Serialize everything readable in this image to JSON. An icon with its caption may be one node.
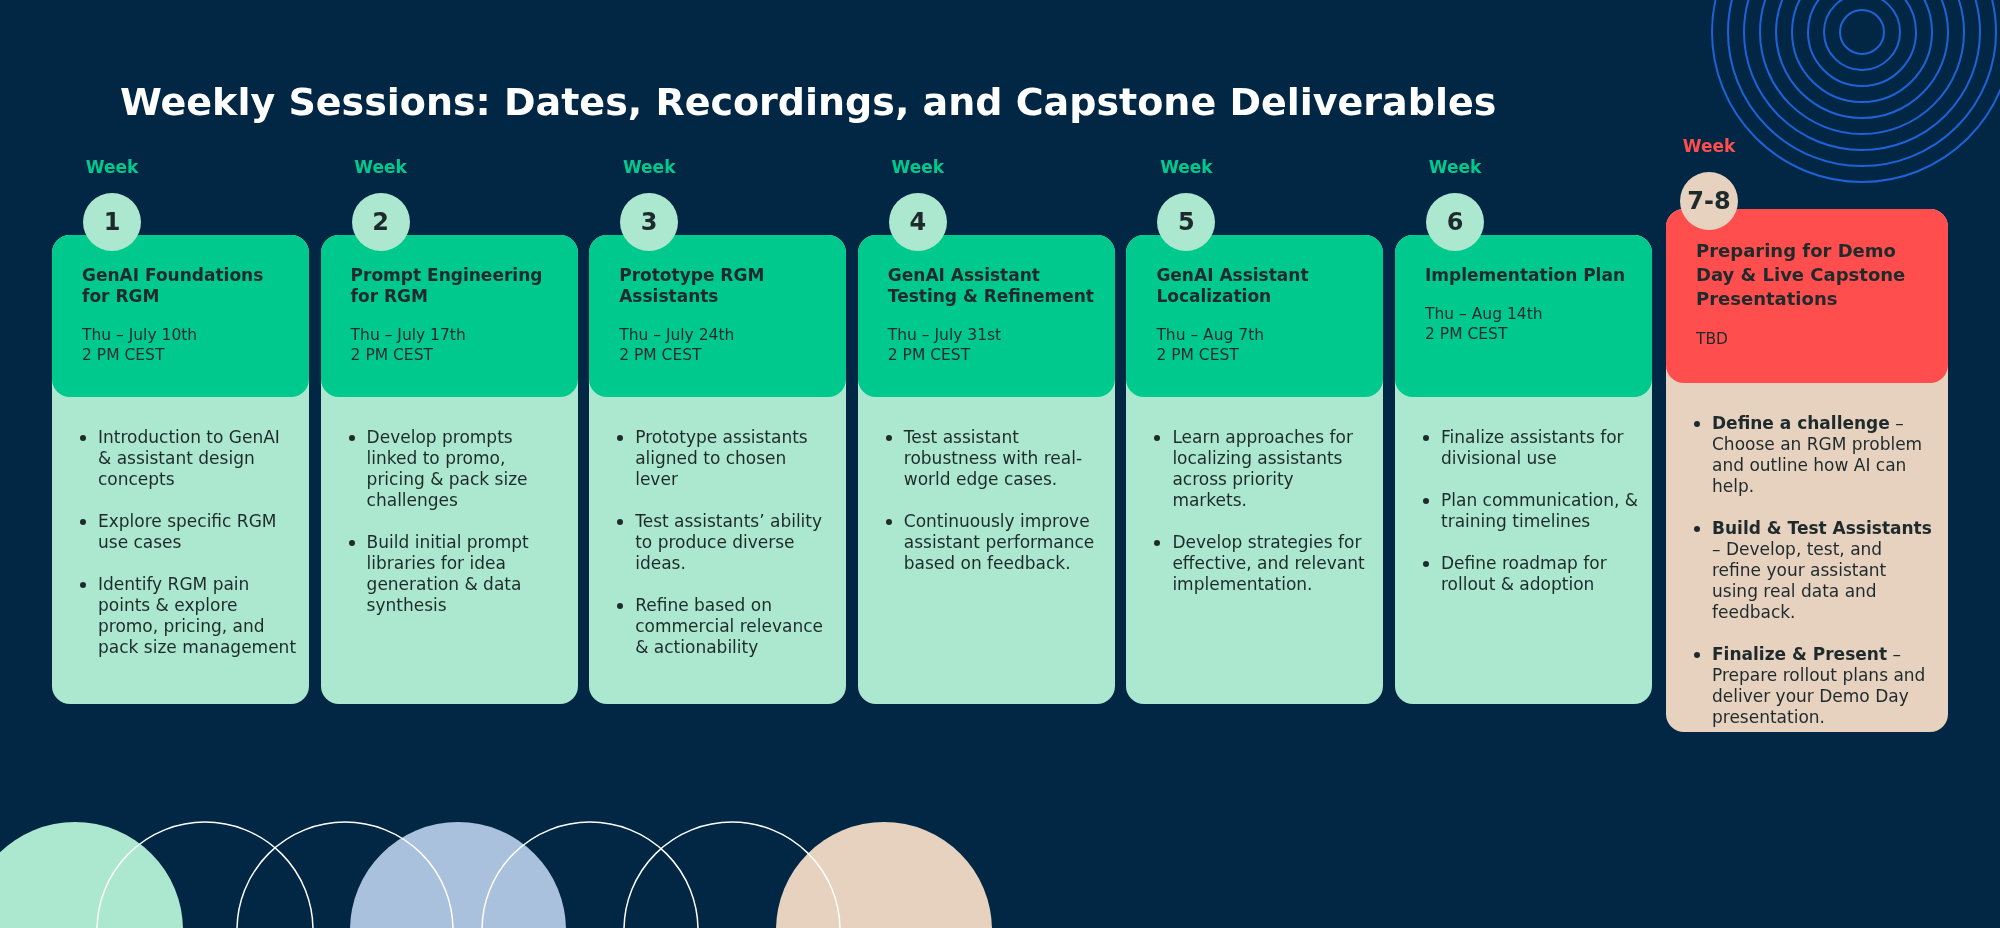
{
  "diagram": {
    "title": "Weekly Sessions: Dates, Recordings, and Capstone Deliverables",
    "nodes": [
      {
        "text": [
          "1"
        ],
        "beside": [
          "Week"
        ]
      },
      {
        "text": [
          "GenAI Foundations for RGM",
          "Thu – July 10th",
          "2 PM CEST",
          "Introduction to GenAI & assistant design concepts",
          "Explore specific RGM use cases",
          "Identify RGM pain points & explore promo, pricing, and pack size management"
        ]
      },
      {
        "text": [
          "2"
        ],
        "beside": [
          "Week"
        ]
      },
      {
        "text": [
          "Prompt Engineering for RGM",
          "Thu – July 17th",
          "2 PM CEST",
          "Develop prompts linked to promo, pricing & pack size challenges",
          "Build initial prompt libraries for idea generation & data synthesis"
        ]
      },
      {
        "text": [
          "3"
        ],
        "beside": [
          "Week"
        ]
      },
      {
        "text": [
          "Prototype RGM Assistants",
          "Thu – July 24th",
          "2 PM CEST",
          "Prototype assistants aligned to chosen lever",
          "Test assistants’ ability to produce diverse ideas.",
          "Refine based on commercial relevance & actionability"
        ]
      },
      {
        "text": [
          "4"
        ],
        "beside": [
          "Week"
        ]
      },
      {
        "text": [
          "GenAI Assistant Testing & Refinement",
          "Thu – July 31st",
          "2 PM CEST",
          "Test assistant robustness with real-world edge cases.",
          "Continuously improve assistant performance based on feedback."
        ]
      },
      {
        "text": [
          "5"
        ],
        "beside": [
          "Week"
        ]
      },
      {
        "text": [
          "GenAI Assistant Localization",
          "Thu – Aug 7th",
          "2 PM CEST",
          "Learn approaches for localizing assistants across priority markets.",
          "Develop strategies for effective, and relevant implementation."
        ]
      },
      {
        "text": [
          "6"
        ],
        "beside": [
          "Week"
        ]
      },
      {
        "text": [
          "Implementation Plan",
          "Thu – Aug 14th",
          "2 PM CEST",
          "Finalize assistants for divisional use",
          "Plan communication, & training timelines",
          "Define roadmap for rollout & adoption"
        ]
      },
      {
        "text": [
          "7-8"
        ],
        "beside": [
          "Week"
        ]
      },
      {
        "text": [
          "Preparing for Demo Day & Live Capstone Presentations",
          "TBD",
          "**Define a challenge** – Choose an RGM problem and outline how AI can help.",
          "**Build & Test Assistants** – Develop, test, and refine your assistant using real data and feedback.",
          "**Finalize & Present** – Prepare rollout plans and deliver your Demo Day presentation."
        ]
      }
    ]
  }
}
